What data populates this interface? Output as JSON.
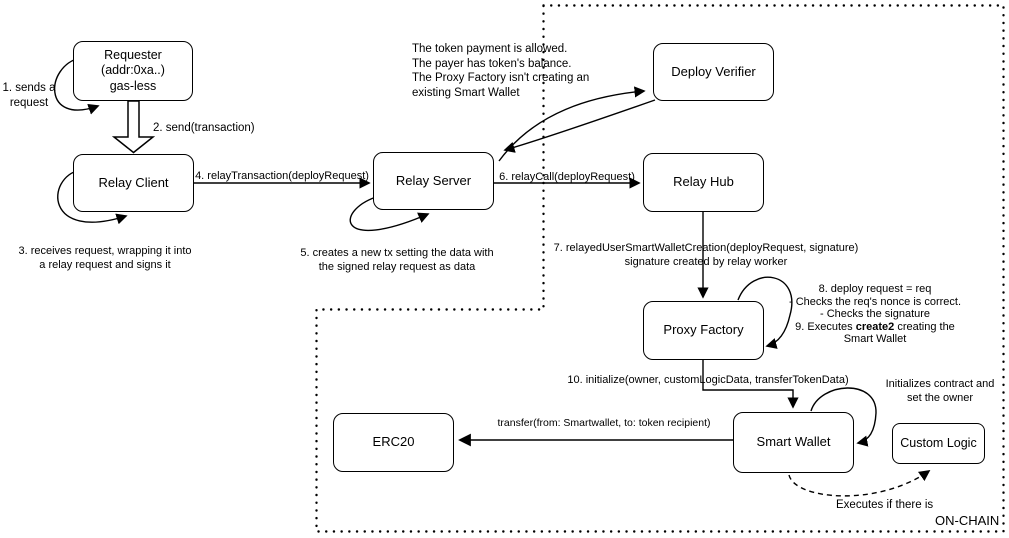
{
  "diagram": {
    "nodes": {
      "requester": {
        "lines": [
          "Requester",
          "(addr:0xa..)",
          "gas-less"
        ]
      },
      "relay_client": {
        "label": "Relay Client"
      },
      "relay_server": {
        "label": "Relay Server"
      },
      "deploy_verifier": {
        "label": "Deploy Verifier"
      },
      "relay_hub": {
        "label": "Relay Hub"
      },
      "proxy_factory": {
        "label": "Proxy Factory"
      },
      "smart_wallet": {
        "label": "Smart Wallet"
      },
      "erc20": {
        "label": "ERC20"
      },
      "custom_logic": {
        "label": "Custom Logic"
      }
    },
    "annotations": {
      "step1": {
        "lines": [
          "1. sends a",
          "request"
        ]
      },
      "step2": {
        "label": "2. send(transaction)"
      },
      "step3": {
        "lines": [
          "3. receives request, wrapping it into",
          "a relay request and signs it"
        ]
      },
      "step4": {
        "label": "4. relayTransaction(deployRequest)"
      },
      "step5": {
        "lines": [
          "5. creates a new tx setting the data with",
          "the signed relay request as data"
        ]
      },
      "step6": {
        "label": "6. relayCall(deployRequest)"
      },
      "step7": {
        "lines": [
          "7. relayedUserSmartWalletCreation(deployRequest, signature)",
          "signature created by relay worker"
        ]
      },
      "verifier_note": {
        "lines": [
          "The token payment is allowed.",
          "The payer has token's balance.",
          "The Proxy Factory isn't creating an",
          "existing Smart Wallet"
        ]
      },
      "steps8_9": {
        "line1": "8. deploy request = req",
        "line2": "- Checks the req's nonce is correct.",
        "line3": "- Checks the signature",
        "line4_pre": "9. Executes ",
        "line4_bold": "create2",
        "line4_post": " creating the",
        "line5": "Smart Wallet"
      },
      "step10": {
        "label": "10. initialize(owner, customLogicData, transferTokenData)"
      },
      "init_note": {
        "lines": [
          "Initializes contract and",
          "set the owner"
        ]
      },
      "transfer": {
        "label": "transfer(from: Smartwallet, to: token recipient)"
      },
      "executes_note": {
        "label": "Executes if there is"
      },
      "onchain": {
        "label": "ON-CHAIN"
      }
    },
    "colors": {
      "stroke": "#000000",
      "background": "#ffffff"
    }
  }
}
